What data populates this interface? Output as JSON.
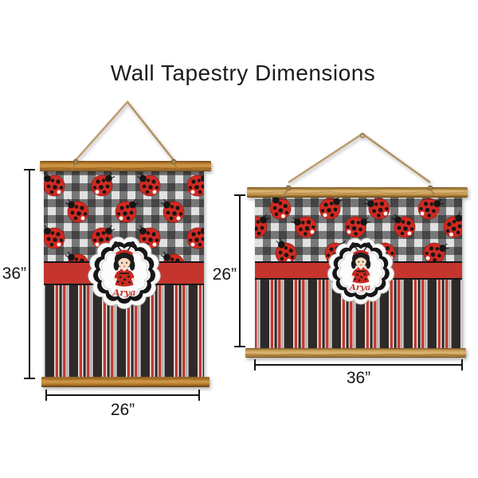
{
  "title": "Wall Tapestry Dimensions",
  "colors": {
    "accent_red": "#c5362e",
    "ladybug_red": "#d02b20",
    "pattern_black": "#2e2b2c",
    "wood_brown": "#b5792c",
    "rope_tan": "#b3905f",
    "dimension_line": "#141414"
  },
  "tapestries": [
    {
      "orientation": "portrait",
      "personalization_name": "Arya",
      "height_label": "36”",
      "width_label": "26”"
    },
    {
      "orientation": "landscape",
      "personalization_name": "Arya",
      "height_label": "26”",
      "width_label": "36”"
    }
  ]
}
